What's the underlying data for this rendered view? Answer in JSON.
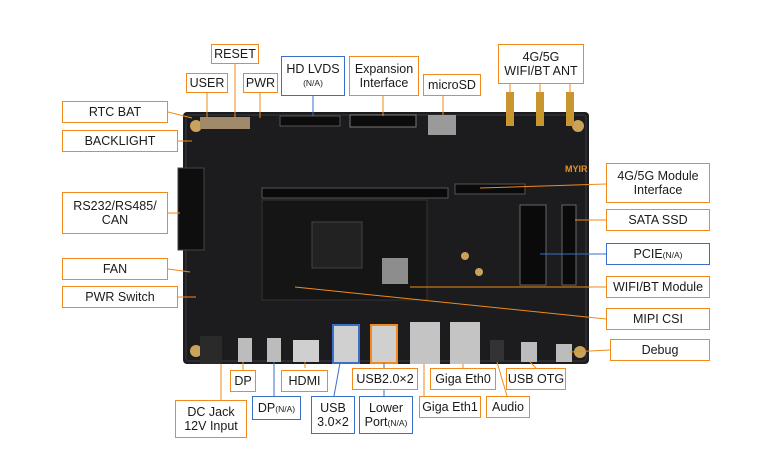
{
  "colors": {
    "accent_orange": "#f08a1c",
    "accent_blue": "#3a6fc9",
    "pcb": "#1c1c1e"
  },
  "board": {
    "brand": "MYIR"
  },
  "labels": {
    "user": "USER",
    "reset": "RESET",
    "pwr": "PWR",
    "hd_lvds": "HD LVDS",
    "hd_lvds_na": "(N/A)",
    "expansion_1": "Expansion",
    "expansion_2": "Interface",
    "microsd": "microSD",
    "ant_1": "4G/5G",
    "ant_2": "WIFI/BT ANT",
    "rtc_bat": "RTC BAT",
    "backlight": "BACKLIGHT",
    "rs_1": "RS232/RS485/",
    "rs_2": "CAN",
    "fan": "FAN",
    "pwr_switch": "PWR Switch",
    "mod_1": "4G/5G Module",
    "mod_2": "Interface",
    "sata": "SATA SSD",
    "pcie": "PCIE",
    "pcie_na": "(N/A)",
    "wifi": "WIFI/BT Module",
    "mipi": "MIPI CSI",
    "debug": "Debug",
    "dp": "DP",
    "hdmi": "HDMI",
    "usb2": "USB2.0×2",
    "eth0": "Giga Eth0",
    "usb_otg": "USB OTG",
    "dc_1": "DC Jack",
    "dc_2": "12V Input",
    "dp2": "DP",
    "dp2_na": "(N/A)",
    "usb3_1": "USB",
    "usb3_2": "3.0×2",
    "lower_1": "Lower",
    "lower_2": "Port",
    "lower_na": "(N/A)",
    "eth1": "Giga Eth1",
    "audio": "Audio"
  }
}
